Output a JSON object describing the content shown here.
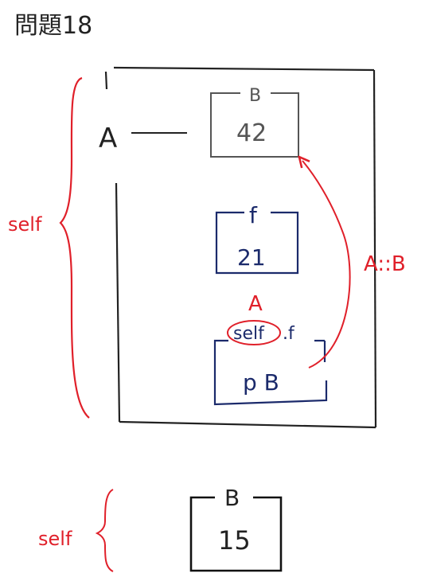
{
  "title": "問題18",
  "class_A": {
    "name": "A",
    "const_B": {
      "name": "B",
      "value": "42"
    },
    "var_f": {
      "name": "f",
      "value": "21"
    },
    "marker": "A",
    "method": {
      "self_word": "self",
      "rest": ".f",
      "body": "p B"
    }
  },
  "scope_label_top": "self",
  "arrow_label": "A::B",
  "top_level_B": {
    "name": "B",
    "value": "15"
  },
  "scope_label_bottom": "self",
  "colors": {
    "ink": "#222222",
    "blue": "#1b2a6b",
    "red": "#e0202a",
    "paper": "#ffffff"
  }
}
